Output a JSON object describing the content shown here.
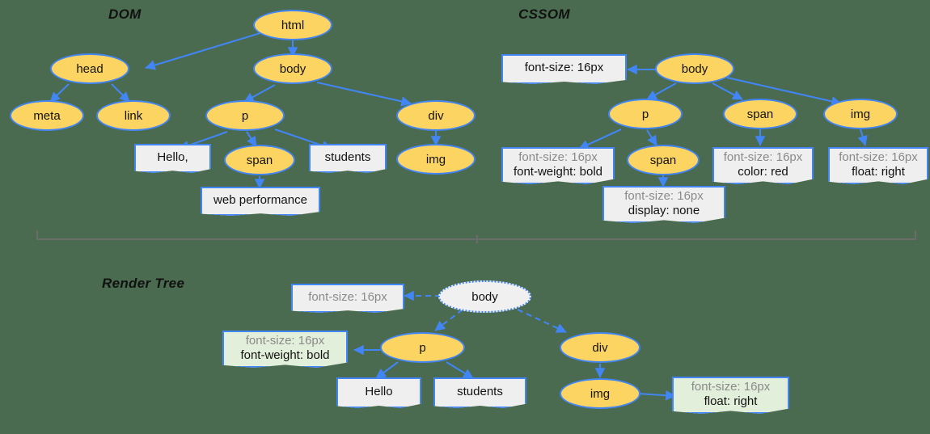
{
  "canvas": {
    "background": "#4a6b4f",
    "node_fill": "#fcd462",
    "node_stroke": "#4285f4",
    "box_fill": "#efefef",
    "box_green_fill": "#e2efda",
    "muted_text": "#8a8a8a",
    "divider_color": "#6b6b6b"
  },
  "sections": {
    "dom": {
      "title": "DOM"
    },
    "cssom": {
      "title": "CSSOM"
    },
    "render_tree": {
      "title": "Render Tree"
    }
  },
  "dom": {
    "nodes": [
      {
        "id": "html",
        "label": "html"
      },
      {
        "id": "head",
        "label": "head"
      },
      {
        "id": "body",
        "label": "body"
      },
      {
        "id": "meta",
        "label": "meta"
      },
      {
        "id": "link",
        "label": "link"
      },
      {
        "id": "p",
        "label": "p"
      },
      {
        "id": "div",
        "label": "div"
      },
      {
        "id": "span",
        "label": "span"
      },
      {
        "id": "img",
        "label": "img"
      }
    ],
    "text_boxes": [
      {
        "id": "hello",
        "label": "Hello,"
      },
      {
        "id": "students",
        "label": "students"
      },
      {
        "id": "webperf",
        "label": "web performance"
      }
    ]
  },
  "cssom": {
    "nodes": [
      {
        "id": "body",
        "label": "body"
      },
      {
        "id": "p",
        "label": "p"
      },
      {
        "id": "span",
        "label": "span"
      },
      {
        "id": "img",
        "label": "img"
      },
      {
        "id": "span2",
        "label": "span"
      }
    ],
    "rules": [
      {
        "id": "body-rule",
        "lines": [
          {
            "text": "font-size: 16px",
            "muted": false
          }
        ]
      },
      {
        "id": "p-rule",
        "lines": [
          {
            "text": "font-size: 16px",
            "muted": true
          },
          {
            "text": "font-weight: bold",
            "muted": false
          }
        ]
      },
      {
        "id": "span2-rule",
        "lines": [
          {
            "text": "font-size: 16px",
            "muted": true
          },
          {
            "text": "display: none",
            "muted": false
          }
        ]
      },
      {
        "id": "span-rule",
        "lines": [
          {
            "text": "font-size: 16px",
            "muted": true
          },
          {
            "text": "color: red",
            "muted": false
          }
        ]
      },
      {
        "id": "img-rule",
        "lines": [
          {
            "text": "font-size: 16px",
            "muted": true
          },
          {
            "text": "float: right",
            "muted": false
          }
        ]
      }
    ]
  },
  "render_tree": {
    "nodes": [
      {
        "id": "body",
        "label": "body",
        "ghost": true
      },
      {
        "id": "p",
        "label": "p",
        "ghost": false
      },
      {
        "id": "div",
        "label": "div",
        "ghost": false
      },
      {
        "id": "img",
        "label": "img",
        "ghost": false
      }
    ],
    "text_boxes": [
      {
        "id": "hello",
        "label": "Hello"
      },
      {
        "id": "students",
        "label": "students"
      }
    ],
    "rules": [
      {
        "id": "body-rule",
        "green": false,
        "lines": [
          {
            "text": "font-size: 16px",
            "muted": true
          }
        ]
      },
      {
        "id": "p-rule",
        "green": true,
        "lines": [
          {
            "text": "font-size: 16px",
            "muted": true
          },
          {
            "text": "font-weight: bold",
            "muted": false
          }
        ]
      },
      {
        "id": "img-rule",
        "green": true,
        "lines": [
          {
            "text": "font-size: 16px",
            "muted": true
          },
          {
            "text": "float: right",
            "muted": false
          }
        ]
      }
    ]
  }
}
